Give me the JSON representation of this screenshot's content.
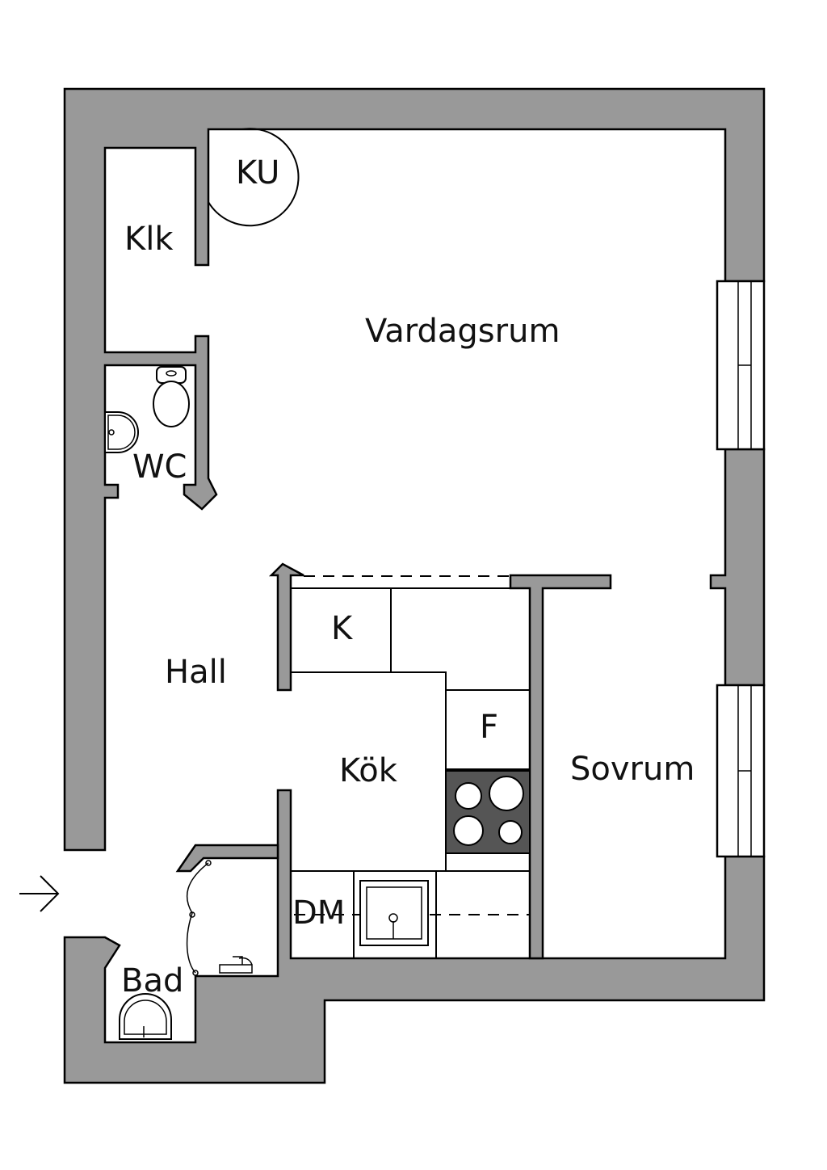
{
  "rooms": {
    "ku": "KU",
    "klk": "Klk",
    "vardagsrum": "Vardagsrum",
    "wc": "WC",
    "k": "K",
    "hall": "Hall",
    "f": "F",
    "kok": "Kök",
    "sovrum": "Sovrum",
    "dm": "DM",
    "bad": "Bad"
  },
  "colors": {
    "wall": "#999999",
    "stove": "#555555",
    "line": "#000000"
  }
}
